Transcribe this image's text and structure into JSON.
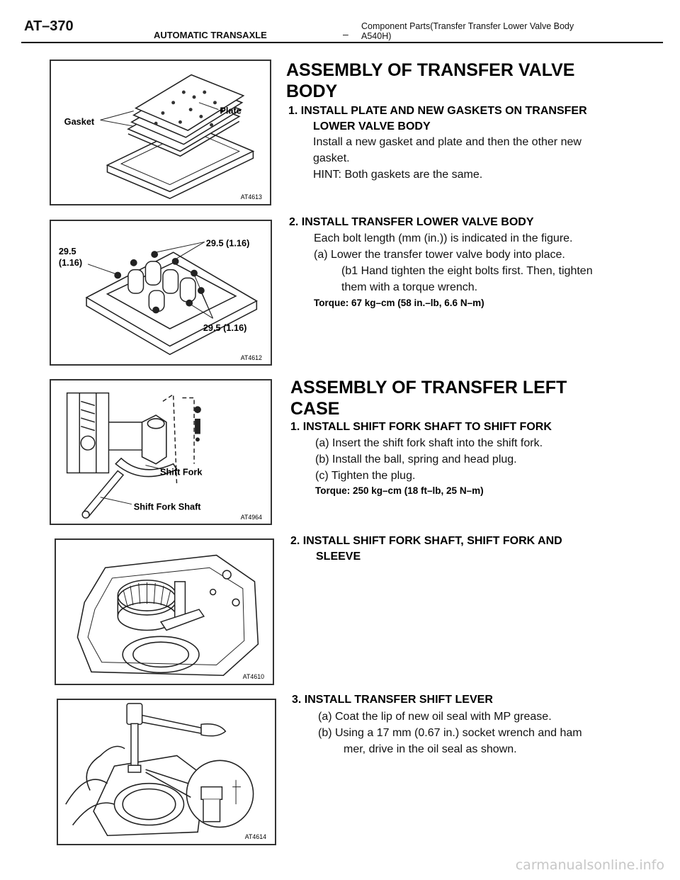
{
  "header": {
    "page_number": "AT–370",
    "component_title": "Component Parts(Transfer Transfer Lower Valve Body A540H)",
    "section": "AUTOMATIC TRANSAXLE",
    "dash": "–"
  },
  "section1": {
    "heading": "ASSEMBLY OF TRANSFER VALVE BODY",
    "figure": {
      "code": "AT4613",
      "label_gasket": "Gasket",
      "label_plate": "Plate"
    },
    "step1": {
      "title": "1. INSTALL PLATE AND NEW GASKETS ON TRANSFER",
      "title_cont": "LOWER VALVE BODY",
      "line1": "Install a new gasket and plate and then the other new",
      "line2": "gasket.",
      "hint": "HINT: Both gaskets are the same."
    },
    "step2": {
      "figure": {
        "code": "AT4612",
        "label_top": "29.5 (1.16)",
        "label_left_a": "29.5",
        "label_left_b": "(1.16)",
        "label_bottom": "29.5 (1.16)"
      },
      "title": "2. INSTALL TRANSFER LOWER VALVE BODY",
      "line1": "Each bolt length (mm (in.)) is indicated in the figure.",
      "line_a": "(a) Lower the transfer tower valve body into place.",
      "line_b1": "(b1 Hand tighten the eight bolts first. Then, tighten",
      "line_b2": "them with a torque wrench.",
      "torque": "Torque: 67 kg–cm (58 in.–lb, 6.6 N–m)"
    }
  },
  "section2": {
    "heading": "ASSEMBLY OF TRANSFER LEFT CASE",
    "step1": {
      "figure": {
        "code": "AT4964",
        "label_fork": "Shift Fork",
        "label_shaft": "Shift Fork Shaft"
      },
      "title": "1. INSTALL SHIFT FORK SHAFT TO SHIFT FORK",
      "line_a": "(a) Insert the shift fork shaft into the shift fork.",
      "line_b": "(b) Install the ball, spring and head plug.",
      "line_c": "(c) Tighten the plug.",
      "torque": "Torque: 250 kg–cm (18 ft–lb, 25 N–m)"
    },
    "step2": {
      "figure": {
        "code": "AT4610"
      },
      "title": "2. INSTALL SHIFT FORK SHAFT, SHIFT FORK AND",
      "title_cont": "SLEEVE"
    },
    "step3": {
      "figure": {
        "code": "AT4614"
      },
      "title": "3. INSTALL TRANSFER SHIFT LEVER",
      "line_a": "(a) Coat the lip of new oil seal with MP grease.",
      "line_b1": "(b) Using a 17 mm (0.67 in.) socket wrench and ham",
      "line_b2": "mer, drive in the oil seal as shown."
    }
  },
  "watermark": "carmanualsonline.info"
}
